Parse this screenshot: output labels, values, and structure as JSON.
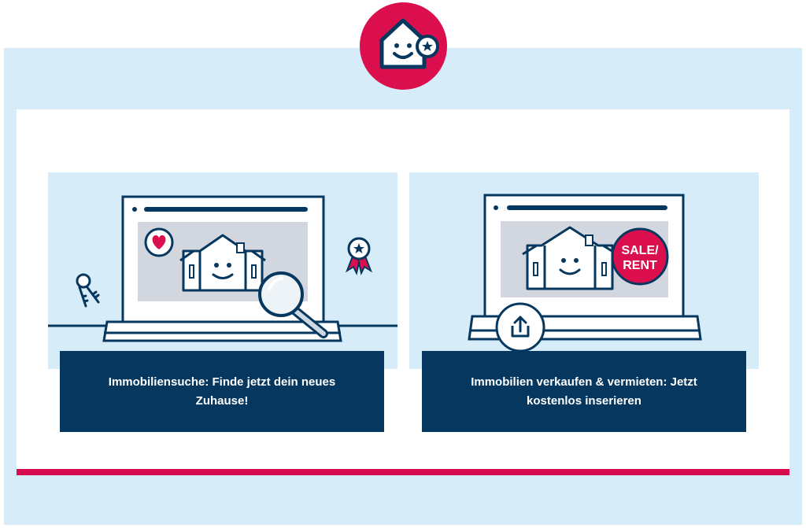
{
  "colors": {
    "brand_pink": "#db0f4d",
    "navy": "#06385f",
    "light_blue": "#d6ecf8",
    "panel_white": "#ffffff",
    "bottom_bar": "#d70a4f"
  },
  "logo": {
    "icon": "smiling-house-star-icon"
  },
  "cards": [
    {
      "caption": "Immobiliensuche: Finde jetzt dein neues Zuhause!",
      "icons": [
        "laptop-icon",
        "house-icon",
        "heart-icon",
        "magnifier-icon",
        "keys-icon",
        "award-badge-icon"
      ]
    },
    {
      "caption": "Immobilien verkaufen & vermieten: Jetzt kostenlos inserieren",
      "badge": "SALE/\nRENT",
      "icons": [
        "laptop-icon",
        "house-icon",
        "sale-rent-badge",
        "upload-icon"
      ]
    }
  ]
}
